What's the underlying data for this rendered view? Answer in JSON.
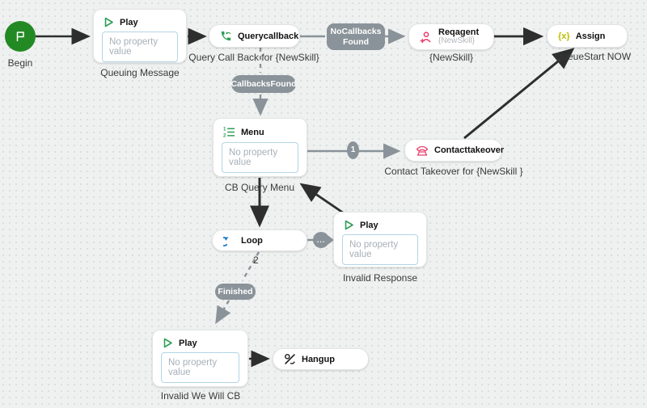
{
  "colors": {
    "begin_green": "#238a23",
    "accent_green": "#2f9e55",
    "accent_pink": "#e93b6c",
    "accent_yellow": "#bdbe00",
    "accent_blue": "#1e7ac4",
    "connector_gray": "#8a9399",
    "connector_black": "#2e2e2e"
  },
  "nodes": {
    "begin": {
      "caption": "Begin"
    },
    "queuing_message": {
      "title": "Play",
      "placeholder": "No property value",
      "caption": "Queuing Message"
    },
    "querycallback": {
      "title": "Querycallback",
      "caption": "Query Call Back for {NewSkill}"
    },
    "reqagent": {
      "title": "Reqagent",
      "subtitle": "{NewSkill}",
      "caption": "{NewSkill}"
    },
    "assign": {
      "title": "Assign",
      "icon_glyph": "{x}",
      "caption": "QueueStart NOW"
    },
    "menu": {
      "title": "Menu",
      "placeholder": "No property value",
      "caption": "CB Query Menu"
    },
    "contacttakeover": {
      "title": "Contacttakeover",
      "caption": "Contact Takeover for {NewSkill }"
    },
    "loop": {
      "title": "Loop"
    },
    "invalid_response": {
      "title": "Play",
      "placeholder": "No property value",
      "caption": "Invalid Response"
    },
    "invalid_we_will_cb": {
      "title": "Play",
      "placeholder": "No property value",
      "caption": "Invalid We Will CB"
    },
    "hangup": {
      "title": "Hangup"
    }
  },
  "connectors": {
    "no_callbacks_found_label": "NoCallbacksFound",
    "callbacks_found_label": "CallbacksFound",
    "menu_branch_label": "1",
    "loop_iterations_label": "2",
    "loop_more_label": "...",
    "finished_label": "Finished"
  }
}
